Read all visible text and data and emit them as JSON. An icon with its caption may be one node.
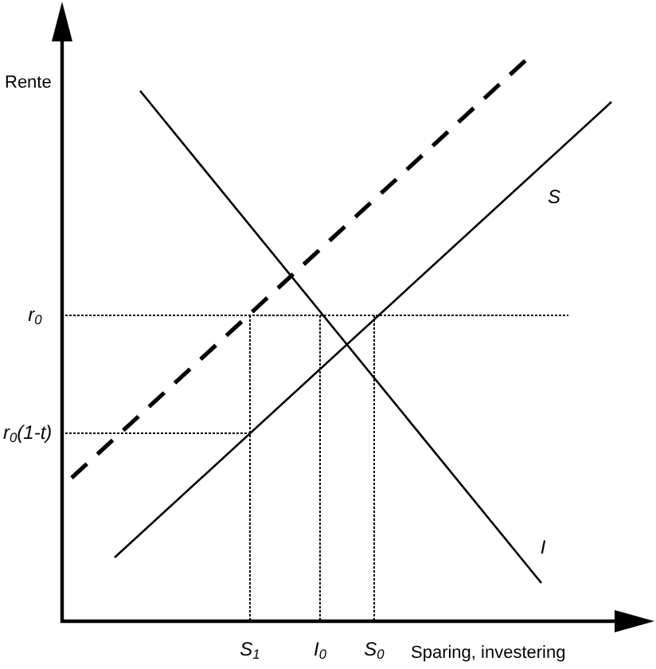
{
  "diagram": {
    "labels": [
      "Rente",
      "S",
      "r$_{0}$",
      "r$_{0}$(1-t)",
      "I",
      "S$_{1}$",
      "I$_{0}$",
      "S$_{0}$",
      "Sparing, investering"
    ]
  }
}
